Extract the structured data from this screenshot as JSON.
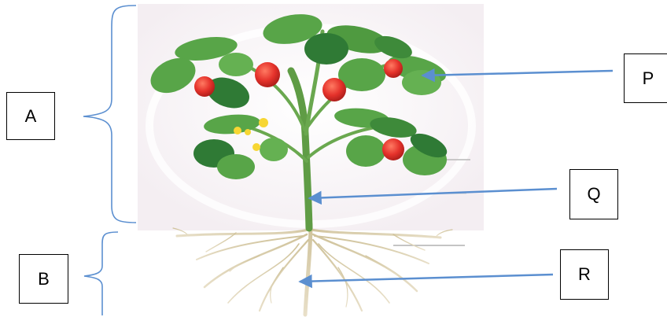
{
  "labels": {
    "A": "A",
    "B": "B",
    "P": "P",
    "Q": "Q",
    "R": "R"
  },
  "colors": {
    "arrow": "#5b8fd0",
    "bracket": "#5b8fd0",
    "leaf": "#58a548",
    "leaf_dark": "#2f7a35",
    "stem": "#6aa84f",
    "tomato": "#e5322b",
    "flower": "#f7d633",
    "root": "#d8ccab",
    "background_plate": "#f7f2f5"
  },
  "icons": {
    "arrow_head": "arrowhead-icon",
    "bracket": "curly-brace-icon"
  }
}
